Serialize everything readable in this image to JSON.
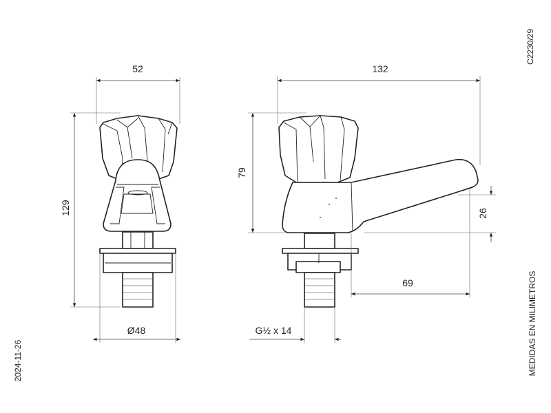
{
  "code": "C2230/29",
  "date": "2024-11-26",
  "units_note": "MEDIDAS EN MILIMETROS",
  "front_view": {
    "width_label": "52",
    "height_label": "129",
    "base_label": "Ø48"
  },
  "side_view": {
    "length_label": "132",
    "height_label": "79",
    "spout_height_label": "26",
    "reach_label": "69",
    "thread_label": "G½ x 14"
  }
}
